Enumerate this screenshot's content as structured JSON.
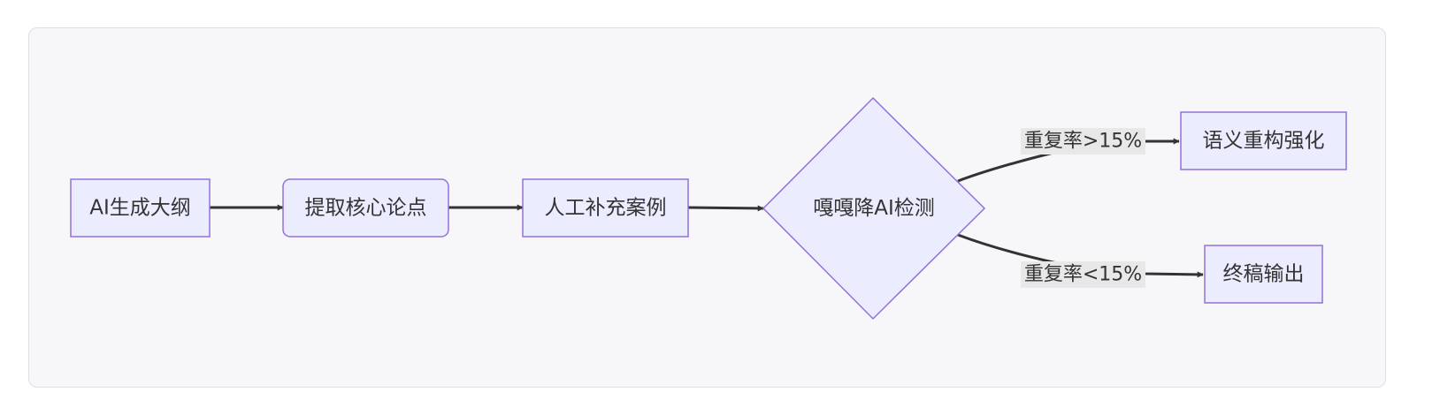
{
  "nodes": {
    "outline": "AI生成大纲",
    "extract": "提取核心论点",
    "supplement": "人工补充案例",
    "detect": "嘎嘎降AI检测",
    "restructure": "语义重构强化",
    "final": "终稿输出"
  },
  "edges": {
    "above_threshold": "重复率>15%",
    "below_threshold": "重复率<15%"
  },
  "colors": {
    "node_fill": "#ececff",
    "node_stroke": "#9370db",
    "edge": "#333333",
    "panel": "#f7f7fa"
  }
}
